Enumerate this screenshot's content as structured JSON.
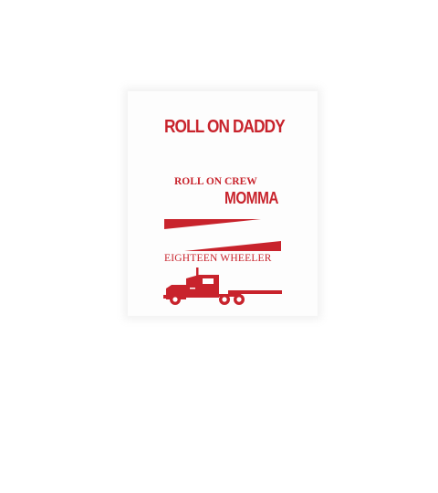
{
  "design": {
    "headline": "ROLL ON DADDY",
    "subline": "ROLL ON CREW",
    "momma": "MOMMA",
    "footer": "EIGHTEEN WHEELER"
  },
  "colors": {
    "accent": "#c8232c",
    "background": "#ffffff"
  },
  "icons": {
    "truck": "semi-truck-icon"
  }
}
